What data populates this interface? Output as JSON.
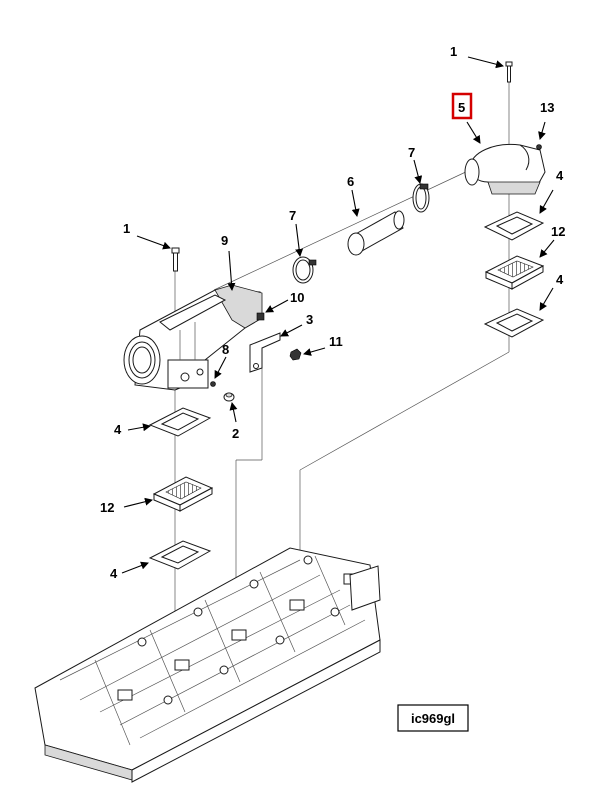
{
  "diagram": {
    "reference_code": "ic969gl",
    "highlight_color": "#d40000",
    "callouts": {
      "bolt_top": "1",
      "bolt_left": "1",
      "pipe_elbow_highlighted": "5",
      "plug_13": "13",
      "clamp_right": "7",
      "clamp_left": "7",
      "pipe_tube": "6",
      "manifold_section": "9",
      "plug_10": "10",
      "bracket": "3",
      "nut": "11",
      "washer_8": "8",
      "plug_2": "2",
      "gasket_right_upper": "4",
      "gasket_right_lower": "4",
      "gasket_left_upper": "4",
      "gasket_left_lower": "4",
      "spacer_right": "12",
      "spacer_left": "12"
    }
  }
}
